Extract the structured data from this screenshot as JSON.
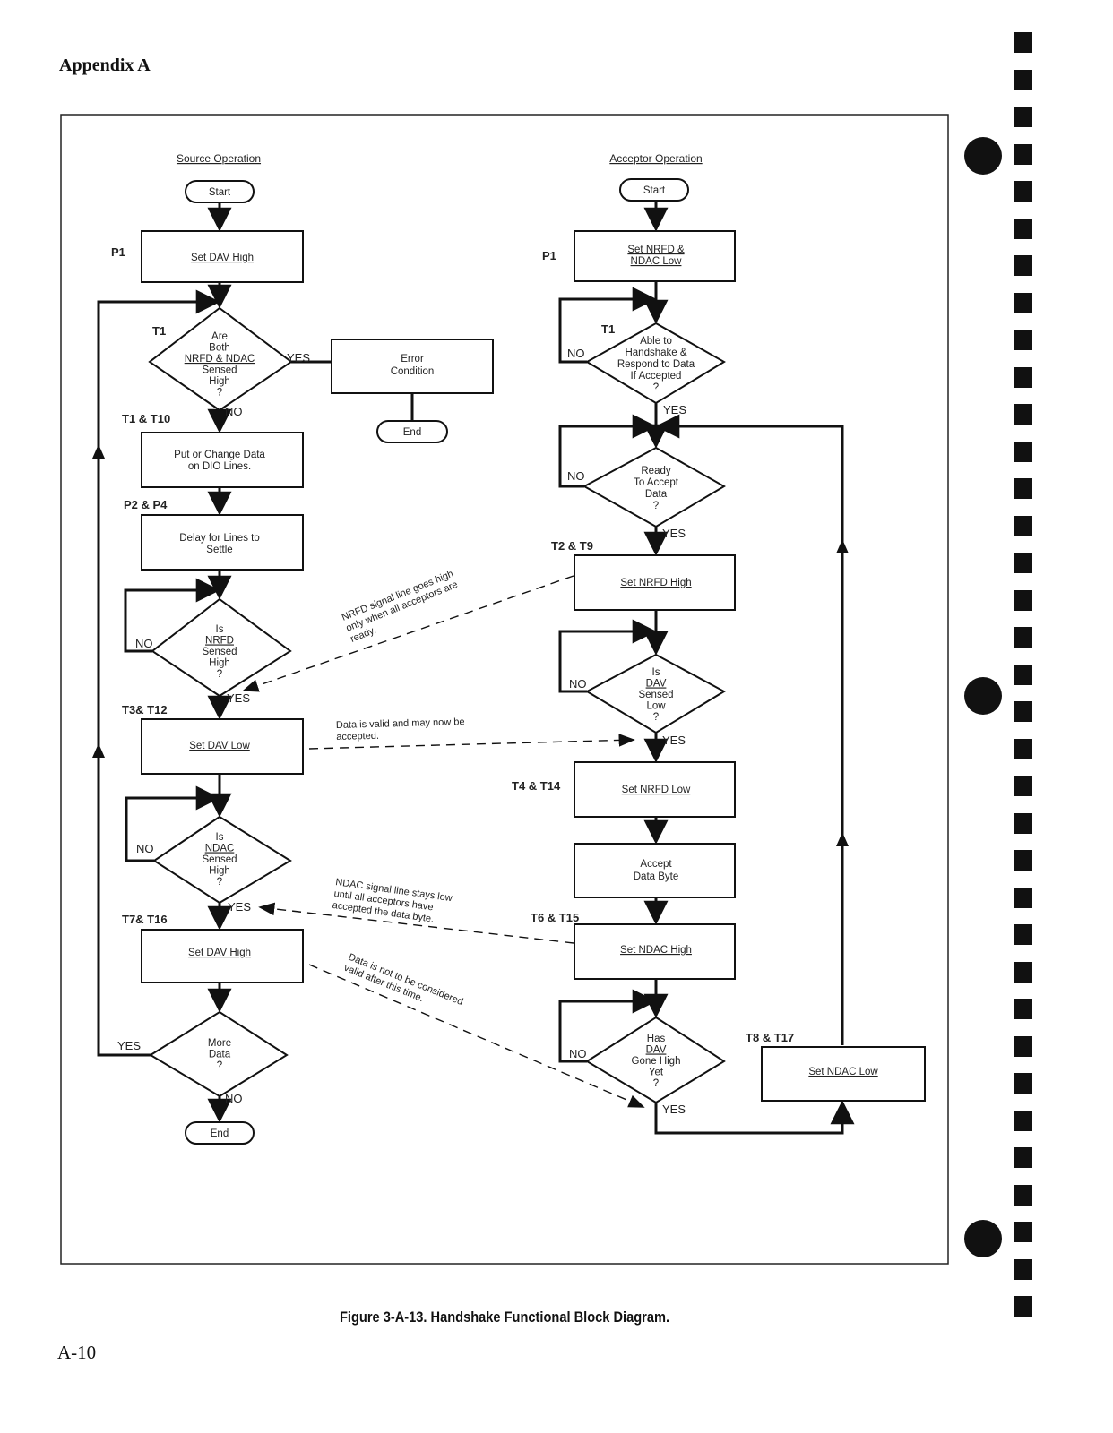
{
  "page": {
    "header": "Appendix A",
    "page_number": "A-10",
    "caption": "Figure 3-A-13. Handshake Functional Block Diagram."
  },
  "source": {
    "title": "Source Operation",
    "start": "Start",
    "p1_label": "P1",
    "p1_box": [
      "Set DAV High"
    ],
    "t1_label": "T1",
    "t1_decision": [
      "Are",
      "Both",
      "NRFD & NDAC",
      "Sensed",
      "High",
      "?"
    ],
    "yes": "YES",
    "no": "NO",
    "error_box": [
      "Error",
      "Condition"
    ],
    "end": "End",
    "t1t10_label": "T1 & T10",
    "put_data_box": [
      "Put or Change Data",
      "on DIO Lines."
    ],
    "p2p4_label": "P2 & P4",
    "delay_box": [
      "Delay for Lines to",
      "Settle"
    ],
    "nrfd_decision": [
      "Is",
      "NRFD",
      "Sensed",
      "High",
      "?"
    ],
    "t3t12_label": "T3& T12",
    "dav_low_box": [
      "Set DAV Low"
    ],
    "ndac_decision": [
      "Is",
      "NDAC",
      "Sensed",
      "High",
      "?"
    ],
    "t7t16_label": "T7& T16",
    "dav_high_box": [
      "Set DAV High"
    ],
    "more_data_decision": [
      "More",
      "Data",
      "?"
    ]
  },
  "acceptor": {
    "title": "Acceptor Operation",
    "start": "Start",
    "p1_label": "P1",
    "p1_box": [
      "Set NRFD &",
      "NDAC Low"
    ],
    "t1_label": "T1",
    "able_decision": [
      "Able to",
      "Handshake &",
      "Respond to Data",
      "If Accepted",
      "?"
    ],
    "ready_decision": [
      "Ready",
      "To Accept",
      "Data",
      "?"
    ],
    "t2t9_label": "T2 & T9",
    "nrfd_high_box": [
      "Set NRFD High"
    ],
    "dav_low_decision": [
      "Is",
      "DAV",
      "Sensed",
      "Low",
      "?"
    ],
    "t4t14_label": "T4 & T14",
    "nrfd_low_box": [
      "Set NRFD Low"
    ],
    "accept_box": [
      "Accept",
      "Data Byte"
    ],
    "t6t15_label": "T6 & T15",
    "ndac_high_box": [
      "Set NDAC High"
    ],
    "dav_high_decision": [
      "Has",
      "DAV",
      "Gone High",
      "Yet",
      "?"
    ],
    "t8t17_label": "T8 & T17",
    "ndac_low_box": [
      "Set NDAC Low"
    ]
  },
  "notes": {
    "nrfd": [
      "NRFD signal line goes high",
      "only when all acceptors are",
      "ready."
    ],
    "data_valid": [
      "Data is valid and may now be",
      "accepted."
    ],
    "ndac": [
      "NDAC signal line stays low",
      "until all acceptors have",
      "accepted the data byte."
    ],
    "not_valid": [
      "Data is not to be considered",
      "valid after this time."
    ]
  }
}
